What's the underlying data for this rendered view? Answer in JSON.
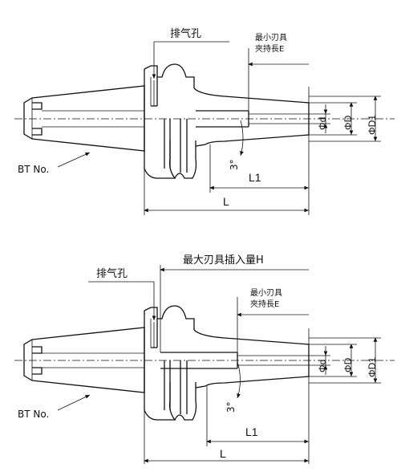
{
  "diagrams": [
    {
      "labels": {
        "vent_hole": "排气孔",
        "min_clamp": "最小刃具",
        "min_clamp_2": "夾持長E",
        "bt_no": "BT No.",
        "angle": "3°",
        "l1": "L1",
        "l": "L",
        "phi_d": "Φd",
        "phi_D": "ΦD",
        "phi_D1": "ΦD1"
      }
    },
    {
      "labels": {
        "vent_hole": "排气孔",
        "max_insert": "最大刃具插入量H",
        "min_clamp": "最小刃具",
        "min_clamp_2": "夾持長E",
        "bt_no": "BT No.",
        "angle": "3°",
        "l1": "L1",
        "l": "L",
        "phi_d": "Φd",
        "phi_D": "ΦD",
        "phi_D1": "ΦD1"
      }
    }
  ]
}
